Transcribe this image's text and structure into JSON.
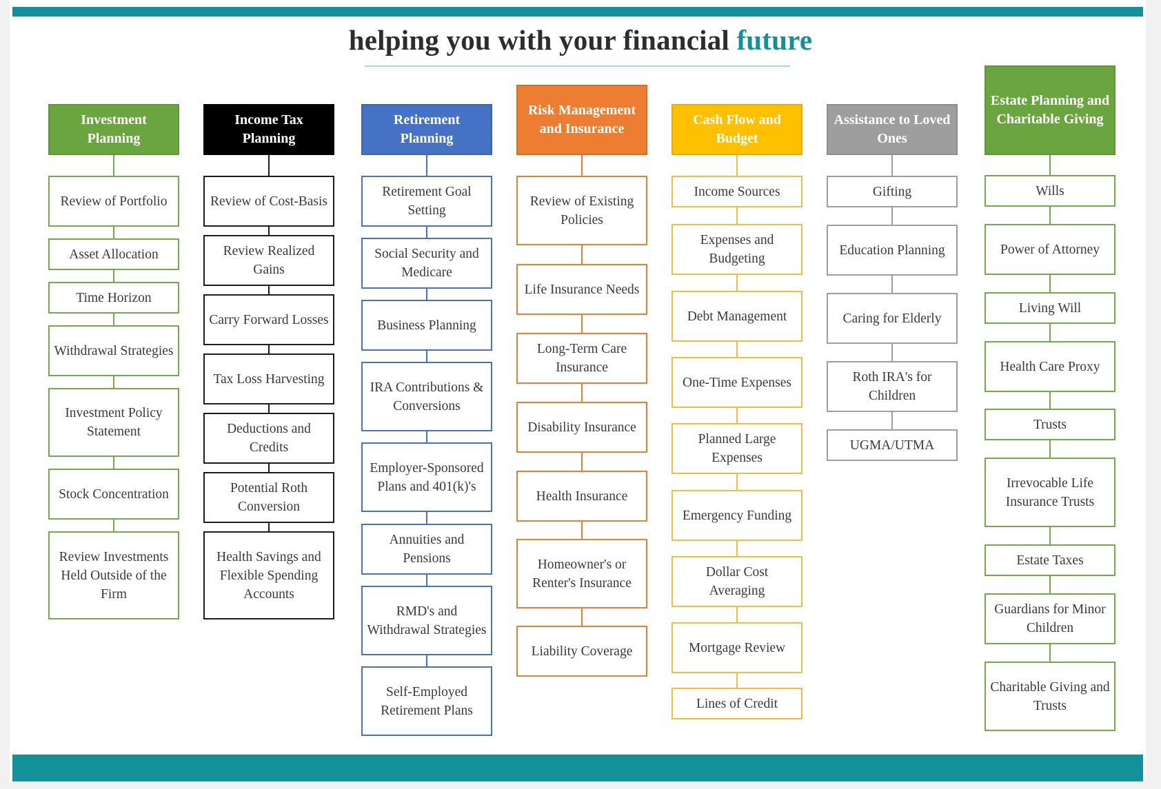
{
  "title": {
    "main": "helping you with your financial",
    "accent": "future"
  },
  "colors": {
    "teal": "#12919a",
    "green": "#70ad47",
    "black": "#000000",
    "blue": "#4472c4",
    "orange": "#ed7d31",
    "yellow": "#ffc000",
    "gray": "#9e9e9e"
  },
  "columns": [
    {
      "header": "Investment Planning",
      "items": [
        "Review of Portfolio",
        "Asset Allocation",
        "Time Horizon",
        "Withdrawal Strategies",
        "Investment Policy Statement",
        "Stock Concentration",
        "Review Investments Held Outside of the Firm"
      ]
    },
    {
      "header": "Income Tax Planning",
      "items": [
        "Review of Cost-Basis",
        "Review Realized Gains",
        "Carry Forward Losses",
        "Tax Loss Harvesting",
        "Deductions and Credits",
        "Potential Roth Conversion",
        "Health Savings and Flexible Spending Accounts"
      ]
    },
    {
      "header": "Retirement Planning",
      "items": [
        "Retirement Goal Setting",
        "Social Security and Medicare",
        "Business Planning",
        "IRA Contributions & Conversions",
        "Employer-Sponsored Plans and 401(k)'s",
        "Annuities and Pensions",
        "RMD's and Withdrawal Strategies",
        "Self-Employed Retirement Plans"
      ]
    },
    {
      "header": "Risk Management and Insurance",
      "items": [
        "Review of Existing Policies",
        "Life Insurance Needs",
        "Long-Term Care Insurance",
        "Disability Insurance",
        "Health Insurance",
        "Homeowner's or Renter's Insurance",
        "Liability Coverage"
      ]
    },
    {
      "header": "Cash Flow and Budget",
      "items": [
        "Income Sources",
        "Expenses and Budgeting",
        "Debt Management",
        "One-Time Expenses",
        "Planned Large Expenses",
        "Emergency Funding",
        "Dollar Cost Averaging",
        "Mortgage Review",
        "Lines of Credit"
      ]
    },
    {
      "header": "Assistance to Loved Ones",
      "items": [
        "Gifting",
        "Education Planning",
        "Caring for Elderly",
        "Roth IRA's for Children",
        "UGMA/UTMA"
      ]
    },
    {
      "header": "Estate Planning and Charitable Giving",
      "items": [
        "Wills",
        "Power of Attorney",
        "Living Will",
        "Health Care Proxy",
        "Trusts",
        "Irrevocable Life Insurance Trusts",
        "Estate Taxes",
        "Guardians for Minor Children",
        "Charitable Giving and Trusts"
      ]
    }
  ]
}
